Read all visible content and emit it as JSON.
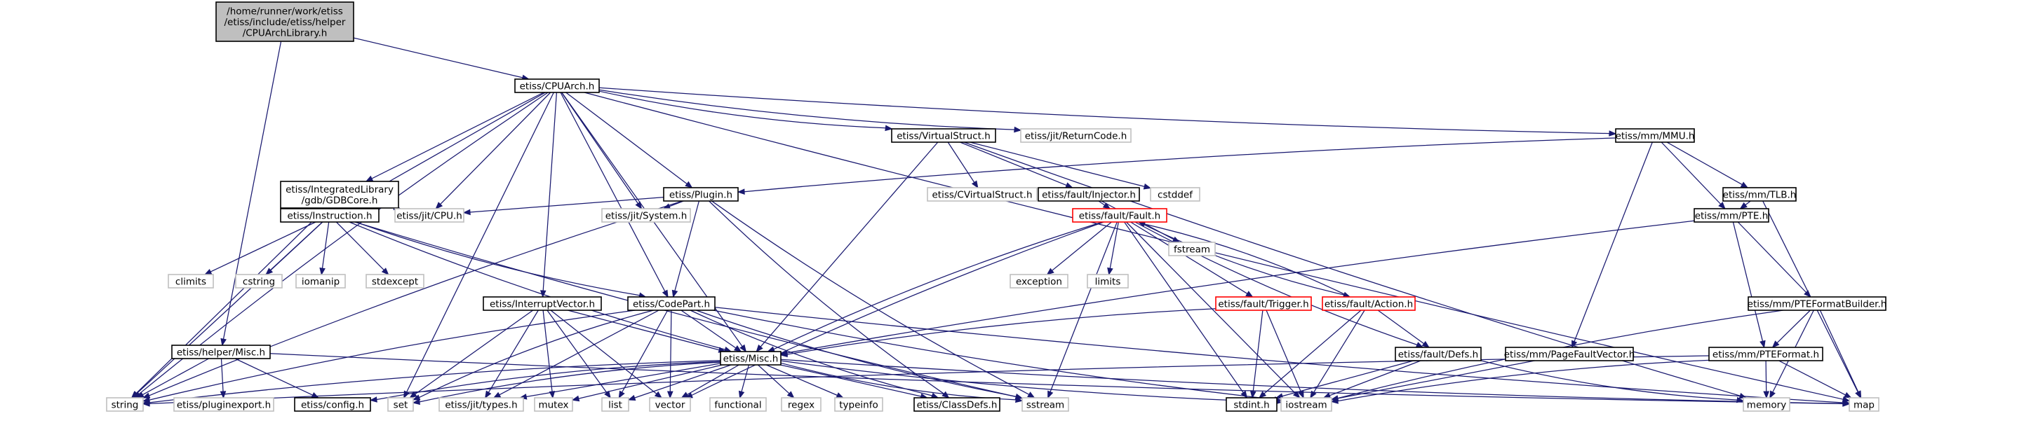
{
  "graph": {
    "nodes": {
      "cpuarchlibrary": "/home/runner/work/etiss\n/etiss/include/etiss/helper\n/CPUArchLibrary.h",
      "cpuarch": "etiss/CPUArch.h",
      "virtualstruct": "etiss/VirtualStruct.h",
      "returncode": "etiss/jit/ReturnCode.h",
      "mmu": "etiss/mm/MMU.h",
      "gdbcore": "etiss/IntegratedLibrary\n/gdb/GDBCore.h",
      "plugin": "etiss/Plugin.h",
      "cvirtualstruct": "etiss/CVirtualStruct.h",
      "injector": "etiss/fault/Injector.h",
      "cstddef": "cstddef",
      "tlb": "etiss/mm/TLB.h",
      "instruction": "etiss/Instruction.h",
      "jitcpu": "etiss/jit/CPU.h",
      "jitsystem": "etiss/jit/System.h",
      "fstream": "fstream",
      "fault": "etiss/fault/Fault.h",
      "pte": "etiss/mm/PTE.h",
      "climits": "climits",
      "cstring": "cstring",
      "iomanip": "iomanip",
      "stdexcept": "stdexcept",
      "interruptvector": "etiss/InterruptVector.h",
      "codepart": "etiss/CodePart.h",
      "exception": "exception",
      "limits": "limits",
      "trigger": "etiss/fault/Trigger.h",
      "action": "etiss/fault/Action.h",
      "pteformatbuilder": "etiss/mm/PTEFormatBuilder.h",
      "helpermisc": "etiss/helper/Misc.h",
      "misc": "etiss/Misc.h",
      "defs": "etiss/fault/Defs.h",
      "pagefaultvector": "etiss/mm/PageFaultVector.h",
      "pteformat": "etiss/mm/PTEFormat.h",
      "string": "string",
      "pluginexport": "etiss/pluginexport.h",
      "config": "etiss/config.h",
      "set": "set",
      "types": "etiss/jit/types.h",
      "mutex": "mutex",
      "list": "list",
      "vector": "vector",
      "functional": "functional",
      "regex": "regex",
      "typeinfo": "typeinfo",
      "classdefs": "etiss/ClassDefs.h",
      "sstream": "sstream",
      "stdint": "stdint.h",
      "iostream": "iostream",
      "memory": "memory",
      "map": "map"
    }
  }
}
